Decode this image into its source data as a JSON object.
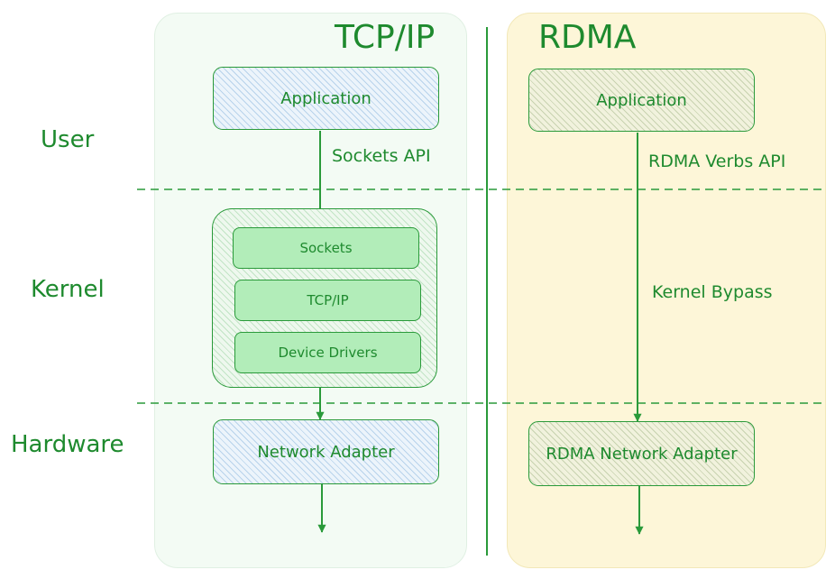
{
  "columns": {
    "tcp": {
      "title": "TCP/IP"
    },
    "rdma": {
      "title": "RDMA"
    }
  },
  "rows": {
    "user": "User",
    "kernel": "Kernel",
    "hardware": "Hardware"
  },
  "tcp_stack": {
    "application": "Application",
    "api_label": "Sockets API",
    "kernel_layers": [
      "Sockets",
      "TCP/IP",
      "Device Drivers"
    ],
    "adapter": "Network Adapter"
  },
  "rdma_stack": {
    "application": "Application",
    "api_label": "RDMA Verbs API",
    "bypass_label": "Kernel Bypass",
    "adapter": "RDMA Network Adapter"
  },
  "colors": {
    "accent": "#1e8a2e",
    "tcp_panel": "#f3fbf4",
    "rdma_panel": "#fdf6d8",
    "kernel_layer_fill": "#b2edb9"
  }
}
